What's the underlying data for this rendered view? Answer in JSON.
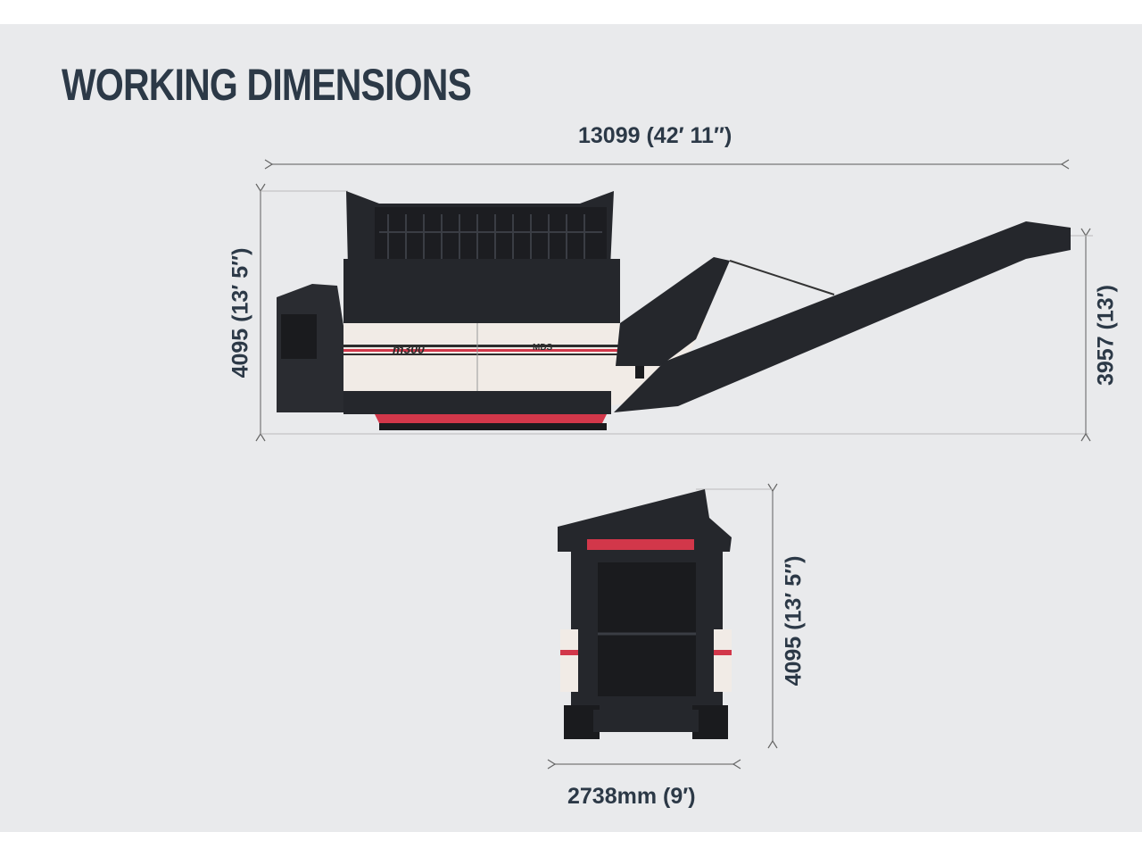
{
  "title": "WORKING DIMENSIONS",
  "side_view": {
    "length": "13099 (42′ 11″)",
    "height_left": "4095 (13′ 5″)",
    "height_right": "3957 (13′)",
    "model_label": "m300",
    "brand_label": "MDS"
  },
  "rear_view": {
    "height": "4095 (13′ 5″)",
    "width": "2738mm (9′)"
  },
  "colors": {
    "background": "#e9eaec",
    "text": "#2c3947",
    "machine": "#25272c",
    "panel": "#f1ebe6",
    "stripe": "#d2374a"
  }
}
